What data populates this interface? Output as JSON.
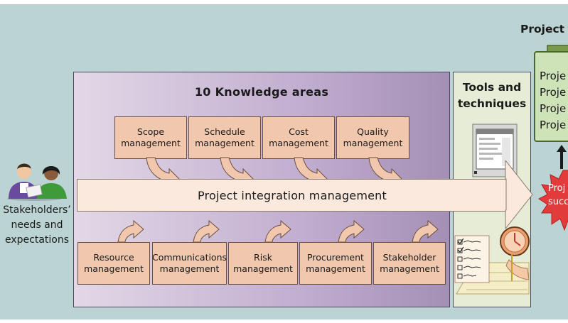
{
  "knowledge_areas": {
    "title": "10 Knowledge areas",
    "top_row": [
      {
        "label": "Scope\nmanagement"
      },
      {
        "label": "Schedule\nmanagement"
      },
      {
        "label": "Cost\nmanagement"
      },
      {
        "label": "Quality\nmanagement"
      }
    ],
    "bottom_row": [
      {
        "label": "Resource\nmanagement"
      },
      {
        "label": "Communications\nmanagement"
      },
      {
        "label": "Risk\nmanagement"
      },
      {
        "label": "Procurement\nmanagement"
      },
      {
        "label": "Stakeholder\nmanagement"
      }
    ],
    "integration": "Project integration management"
  },
  "tools": {
    "title": "Tools and\ntechniques"
  },
  "stakeholders": {
    "label": "Stakeholders’\nneeds and\nexpectations"
  },
  "project_portfolio": {
    "label": "Project p",
    "lines": [
      "Proje",
      "Proje",
      "Proje",
      "Proje"
    ]
  },
  "success_burst": {
    "text": "Proj\nsucc"
  },
  "colors": {
    "background": "#bcd3d3",
    "box_fill": "#f1c8ad",
    "integration_fill": "#fbe9dd",
    "burst": "#e23b3b",
    "portfolio_fill": "#cfe3b8"
  }
}
